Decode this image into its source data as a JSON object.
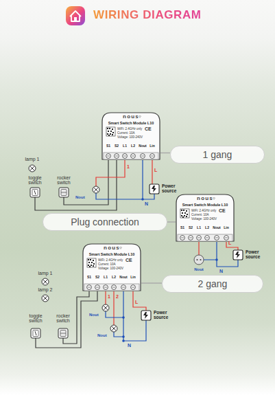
{
  "diagram": {
    "title": "WIRING DIAGRAM",
    "nodes": [
      {
        "text": [
          "nous",
          "Smart Switch Module L10",
          "WiFi: 2.4GHz only",
          "Current: 10A",
          "Voltage: 100-240V",
          "CE",
          "S1",
          "S2",
          "L1",
          "L2",
          "Nout",
          "Lin"
        ]
      },
      {
        "text": [
          "1 gang"
        ]
      },
      {
        "text": [
          "Plug connection"
        ]
      },
      {
        "text": [
          "nous",
          "Smart Switch Module L10",
          "WiFi: 2.4GHz only",
          "Current: 10A",
          "Voltage: 100-240V",
          "CE",
          "S1",
          "S2",
          "L1",
          "L2",
          "Nout",
          "Lin"
        ]
      },
      {
        "text": [
          "nous",
          "Smart Switch Module L10",
          "WiFi: 2.4GHz only",
          "Current: 10A",
          "Voltage: 100-240V",
          "CE",
          "S1",
          "S2",
          "L1",
          "L2",
          "Nout",
          "Lin"
        ]
      },
      {
        "text": [
          "2 gang"
        ]
      }
    ],
    "edges": [
      {
        "from": 1,
        "to": 0,
        "arrow": "none"
      },
      {
        "from": 2,
        "to": 3,
        "arrow": "none"
      },
      {
        "from": 5,
        "to": 4,
        "arrow": "none"
      }
    ],
    "labels": [
      "lamp 1",
      "toggle switch",
      "rocker switch",
      "1",
      "Nout",
      "N",
      "L",
      "Power source",
      "Nout",
      "N",
      "L",
      "Power source",
      "lamp 1",
      "lamp 2",
      "toggle switch",
      "rocker switch",
      "1",
      "2",
      "Nout",
      "Nout",
      "N",
      "L",
      "Power source"
    ]
  }
}
